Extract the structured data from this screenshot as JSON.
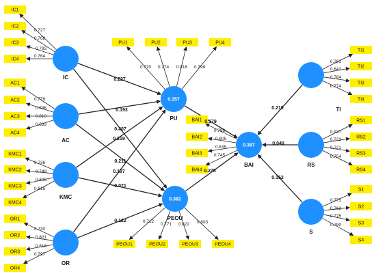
{
  "colors": {
    "construct_fill": "#1e90ff",
    "indicator_fill": "#ffee00",
    "arrow": "#222222",
    "r2_text": "#ffffff"
  },
  "constructs": [
    {
      "id": "IC",
      "label": "IC",
      "r2": ""
    },
    {
      "id": "AC",
      "label": "AC",
      "r2": ""
    },
    {
      "id": "KMC",
      "label": "KMC",
      "r2": ""
    },
    {
      "id": "OR",
      "label": "OR",
      "r2": ""
    },
    {
      "id": "PU",
      "label": "PU",
      "r2": "0.357"
    },
    {
      "id": "PEOU",
      "label": "PEOU",
      "r2": "0.382"
    },
    {
      "id": "BAI",
      "label": "BAI",
      "r2": "0.397"
    },
    {
      "id": "TI",
      "label": "TI",
      "r2": ""
    },
    {
      "id": "RS",
      "label": "RS",
      "r2": ""
    },
    {
      "id": "S",
      "label": "S",
      "r2": ""
    }
  ],
  "measurement_groups": [
    {
      "construct": "IC",
      "indicators": [
        "IC1",
        "IC2",
        "IC3",
        "IC4"
      ],
      "loadings": [
        "0.727",
        "0.768",
        "0.793",
        "0.764"
      ]
    },
    {
      "construct": "AC",
      "indicators": [
        "AC1",
        "AC2",
        "AC3",
        "AC4"
      ],
      "loadings": [
        "0.776",
        "0.836",
        "0.810",
        "0.833"
      ]
    },
    {
      "construct": "KMC",
      "indicators": [
        "KMC1",
        "KMC2",
        "KMC3",
        "KMC4"
      ],
      "loadings": [
        "0.736",
        "0.749",
        "0.805",
        "0.816"
      ]
    },
    {
      "construct": "OR",
      "indicators": [
        "OR1",
        "OR2",
        "OR3",
        "OR4"
      ],
      "loadings": [
        "0.730",
        "0.801",
        "0.816",
        "0.797"
      ]
    },
    {
      "construct": "PU",
      "indicators": [
        "PU1",
        "PU2",
        "PU3",
        "PU4"
      ],
      "loadings": [
        "0.770",
        "0.774",
        "0.816",
        "0.798"
      ]
    },
    {
      "construct": "PEOU",
      "indicators": [
        "PEOU1",
        "PEOU2",
        "PEOU3",
        "PEOU4"
      ],
      "loadings": [
        "0.712",
        "0.771",
        "0.822",
        "0.803"
      ]
    },
    {
      "construct": "BAI",
      "indicators": [
        "BAI1",
        "BAI2",
        "BAI3",
        "BAI4"
      ],
      "loadings": [
        "0.788",
        "0.805",
        "0.835",
        "0.745"
      ]
    },
    {
      "construct": "TI",
      "indicators": [
        "TI1",
        "TI2",
        "TI3",
        "TI4"
      ],
      "loadings": [
        "0.781",
        "0.842",
        "0.784",
        "0.774"
      ]
    },
    {
      "construct": "RS",
      "indicators": [
        "RS1",
        "RS2",
        "RS3",
        "RS4"
      ],
      "loadings": [
        "0.937",
        "0.723",
        "0.721",
        "0.754"
      ]
    },
    {
      "construct": "S",
      "indicators": [
        "S1",
        "S2",
        "S3",
        "S4"
      ],
      "loadings": [
        "0.775",
        "0.762",
        "0.775",
        "0.790"
      ]
    }
  ],
  "structural_paths": [
    {
      "from": "IC",
      "to": "PU",
      "coefficient": "0.227"
    },
    {
      "from": "IC",
      "to": "PEOU",
      "coefficient": "0.407"
    },
    {
      "from": "AC",
      "to": "PU",
      "coefficient": "0.193"
    },
    {
      "from": "AC",
      "to": "PEOU",
      "coefficient": "0.211"
    },
    {
      "from": "KMC",
      "to": "PU",
      "coefficient": "0.219"
    },
    {
      "from": "KMC",
      "to": "PEOU",
      "coefficient": "0.071"
    },
    {
      "from": "OR",
      "to": "PU",
      "coefficient": "0.187"
    },
    {
      "from": "OR",
      "to": "PEOU",
      "coefficient": "0.122"
    },
    {
      "from": "PU",
      "to": "BAI",
      "coefficient": "0.179"
    },
    {
      "from": "PEOU",
      "to": "BAI",
      "coefficient": "0.278"
    },
    {
      "from": "TI",
      "to": "BAI",
      "coefficient": "0.219"
    },
    {
      "from": "RS",
      "to": "BAI",
      "coefficient": "0.049"
    },
    {
      "from": "S",
      "to": "BAI",
      "coefficient": "0.152"
    }
  ]
}
